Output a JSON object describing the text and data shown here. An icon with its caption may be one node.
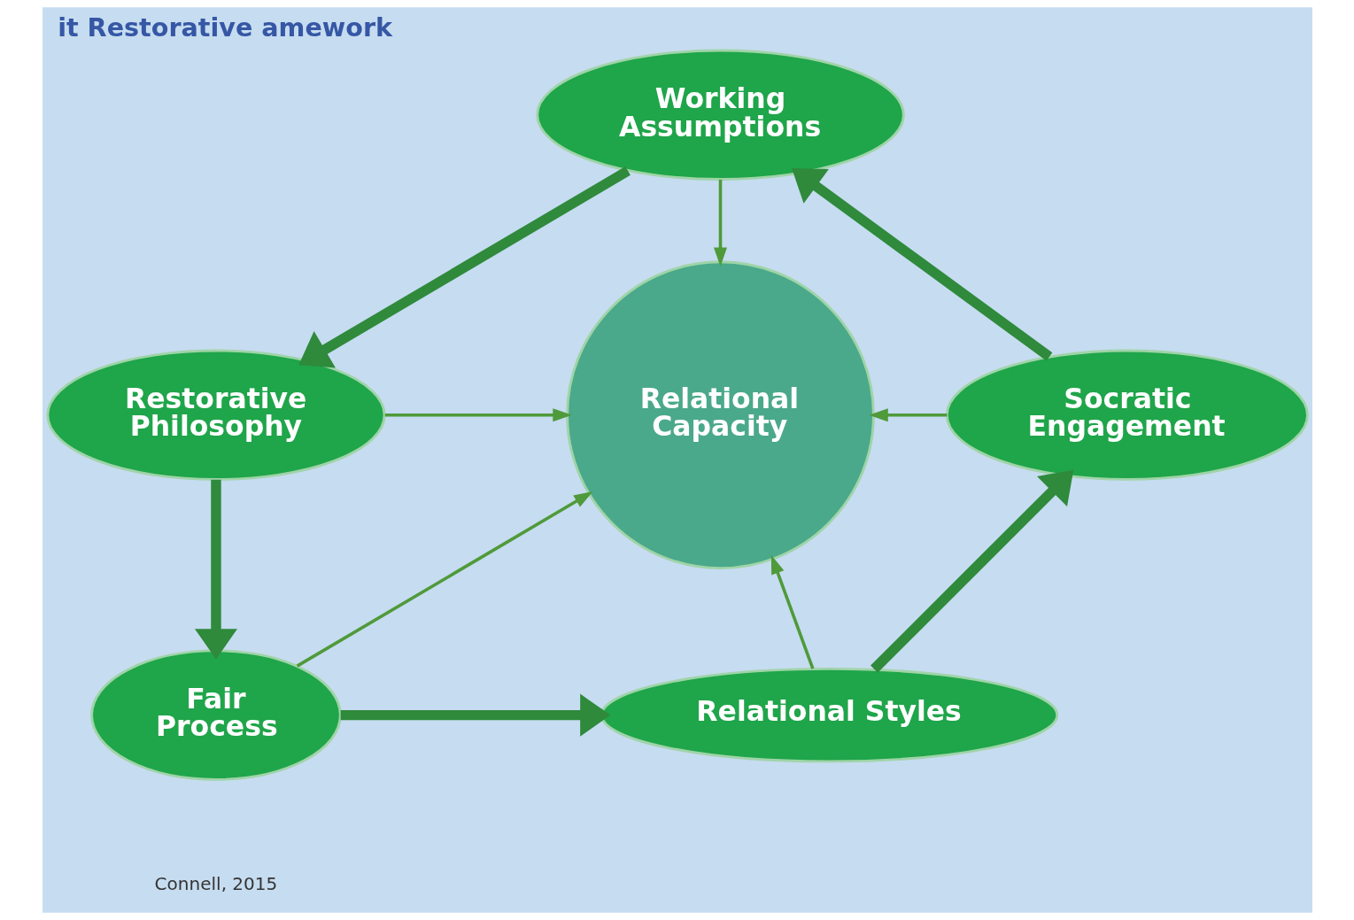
{
  "diagram": {
    "title": "it Restorative amework",
    "caption": "Connell, 2015",
    "nodes": [
      {
        "text": [
          "Working Assumptions"
        ]
      },
      {
        "text": [
          "Socratic Engagement"
        ]
      },
      {
        "text": [
          "Restorative Philosophy"
        ]
      },
      {
        "text": [
          "Relational Capacity"
        ]
      },
      {
        "text": [
          "Relational Styles"
        ]
      },
      {
        "text": [
          "Fair Process"
        ]
      }
    ],
    "edges": [
      {
        "from": 1,
        "to": 0,
        "arrow": "to",
        "style": "thick",
        "color": "#2f8a3c"
      },
      {
        "from": 0,
        "to": 2,
        "arrow": "to",
        "style": "thick",
        "color": "#2f8a3c"
      },
      {
        "from": 2,
        "to": 5,
        "arrow": "to",
        "style": "thick",
        "color": "#2f8a3c"
      },
      {
        "from": 5,
        "to": 4,
        "arrow": "to",
        "style": "thick",
        "color": "#2f8a3c"
      },
      {
        "from": 4,
        "to": 1,
        "arrow": "to",
        "style": "thick",
        "color": "#2f8a3c"
      },
      {
        "from": 0,
        "to": 3,
        "arrow": "to"
      },
      {
        "from": 1,
        "to": 3,
        "arrow": "to"
      },
      {
        "from": 2,
        "to": 3,
        "arrow": "to"
      },
      {
        "from": 4,
        "to": 3,
        "arrow": "to"
      },
      {
        "from": 5,
        "to": 3,
        "arrow": "to"
      }
    ]
  }
}
